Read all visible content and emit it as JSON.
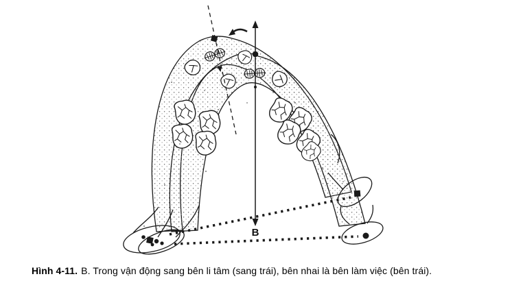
{
  "page": {
    "background": "#ffffff",
    "ink": "#1a1a1a"
  },
  "figure": {
    "point_label": "B",
    "glyphs": {
      "axis_arrow": "double-headed-vertical-arrow",
      "rotation_arrow": "curved-left-arrow",
      "shifted_midline": "dashed-diagonal-line",
      "lateral_condyle_position_marker": "filled-square",
      "centric_condyle_position_marker": "filled-circle",
      "condyle_trajectory": "dotted-line"
    }
  },
  "caption": {
    "label": "Hình 4-11.",
    "body": "B. Trong vận động sang bên li tâm (sang trái), bên nhai là bên làm việc (bên trái)."
  }
}
